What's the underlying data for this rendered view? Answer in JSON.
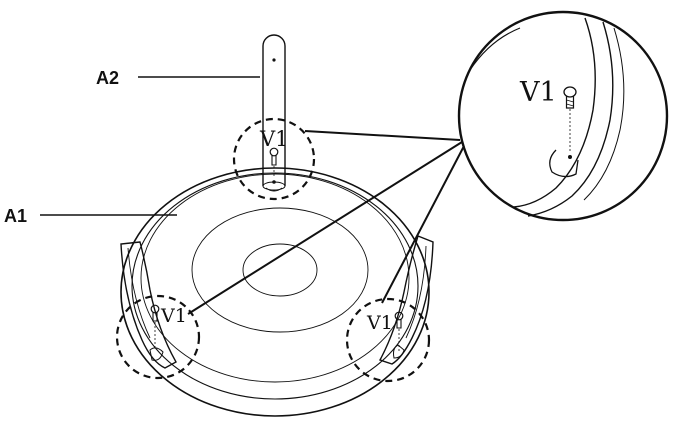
{
  "labels": {
    "a1": "A1",
    "a2": "A2",
    "v1_stand": "V1",
    "v1_left": "V1",
    "v1_right": "V1",
    "v1_zoom": "V1"
  },
  "colors": {
    "ink": "#111111",
    "background": "#ffffff"
  },
  "icons": [
    "screw-icon"
  ]
}
